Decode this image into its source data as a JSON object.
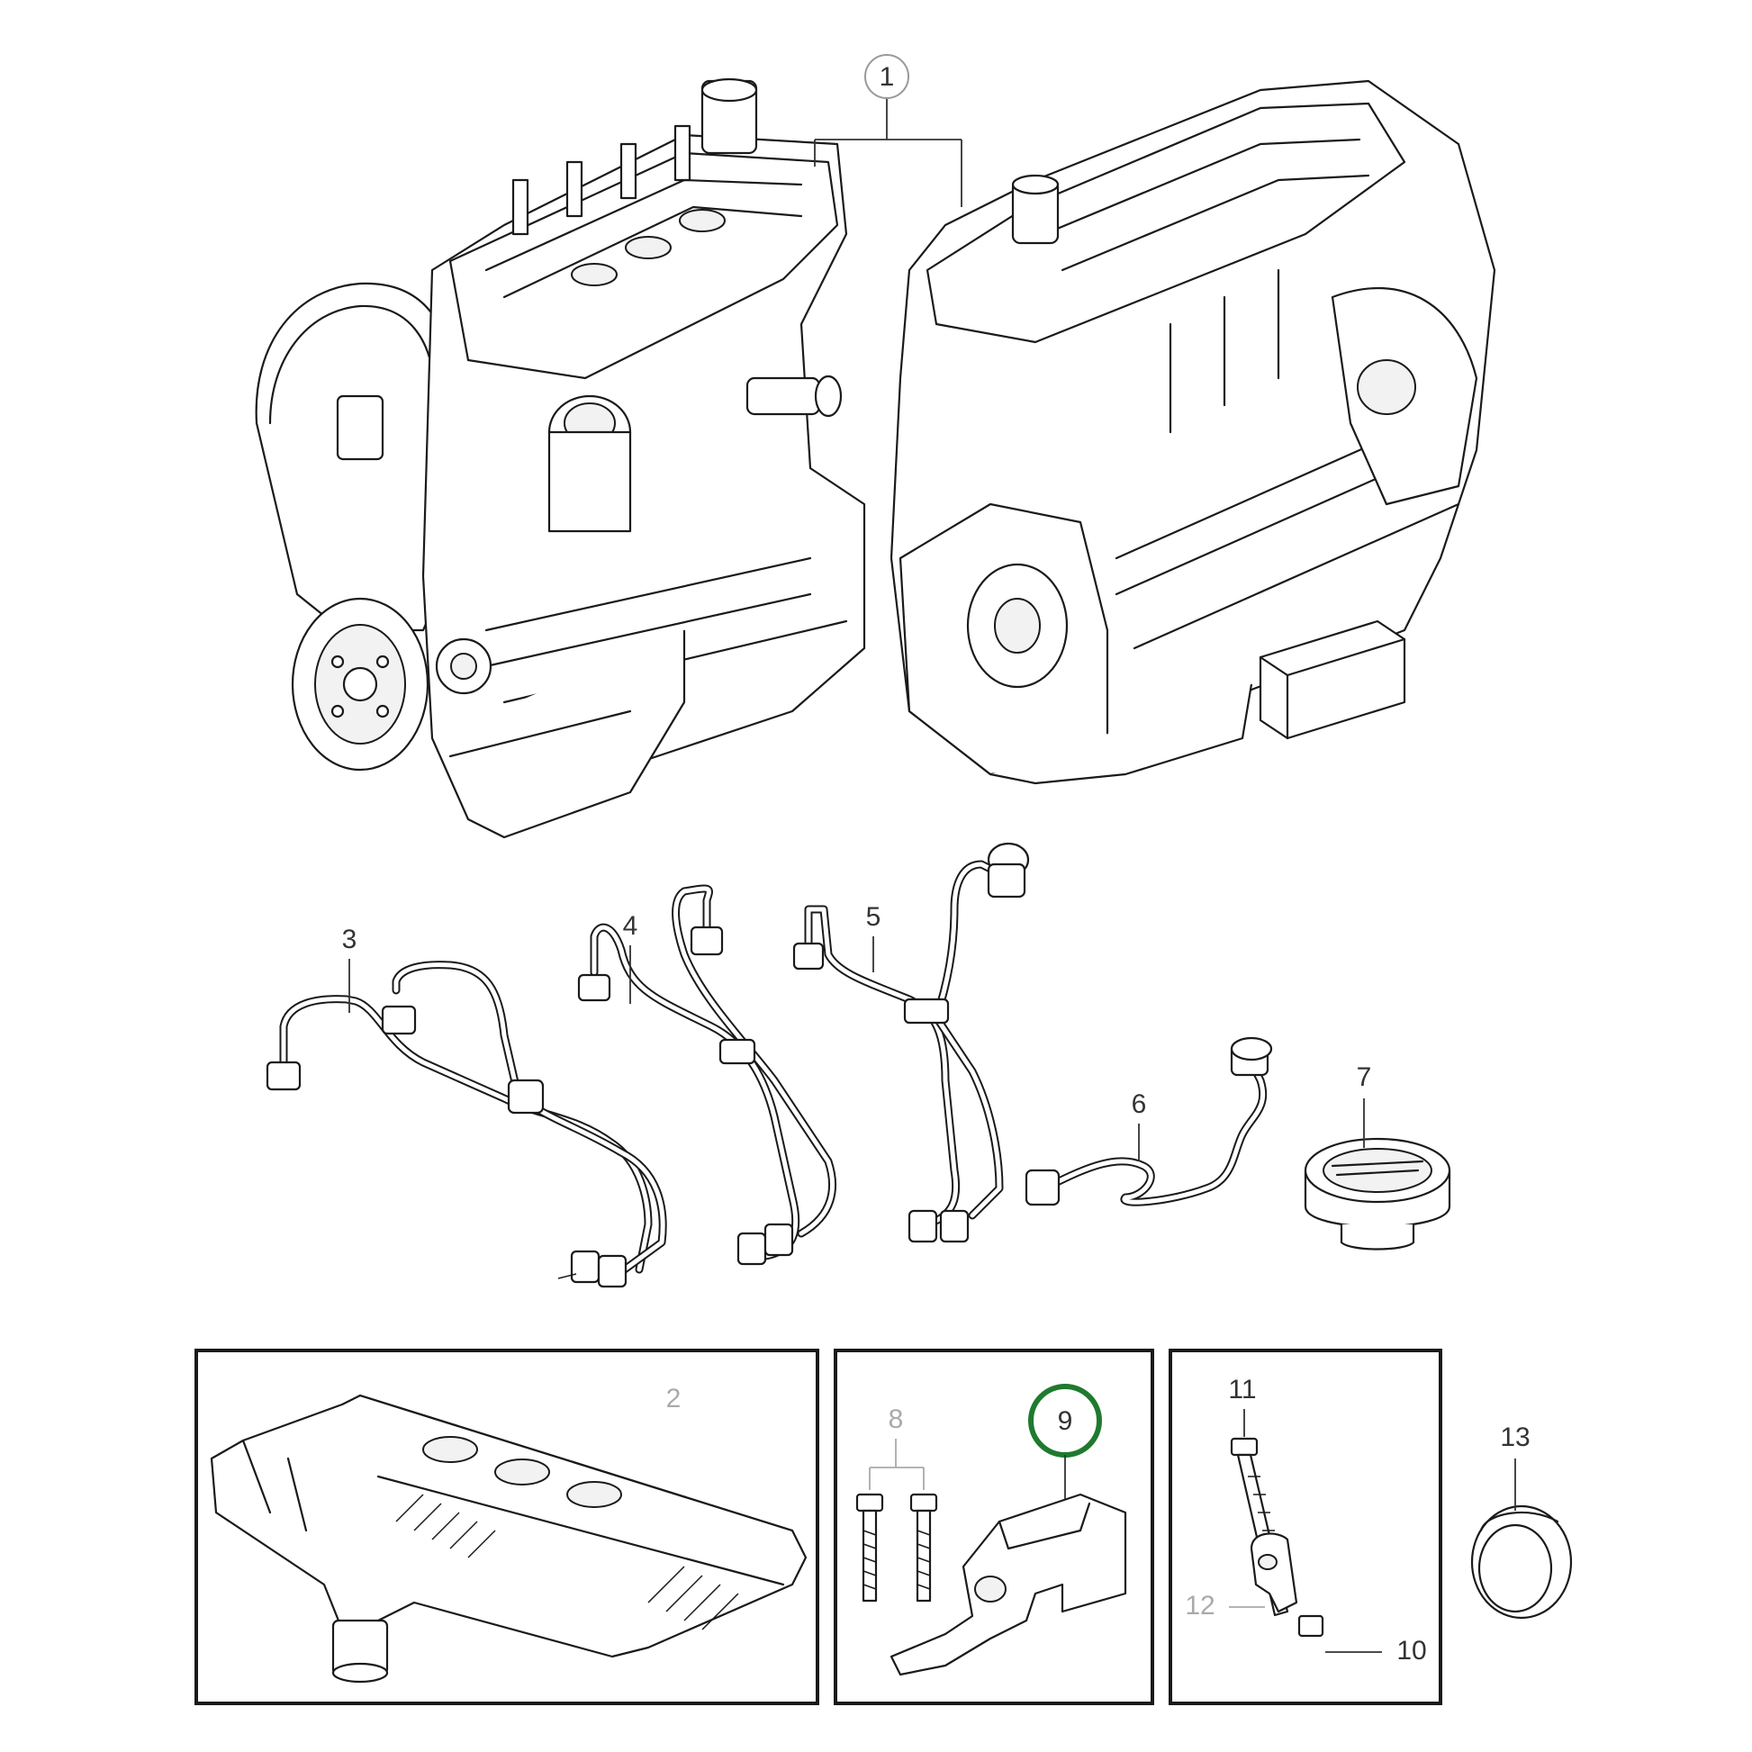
{
  "callouts": {
    "c1": "1",
    "c2": "2",
    "c3": "3",
    "c4": "4",
    "c5": "5",
    "c6": "6",
    "c7": "7",
    "c8": "8",
    "c9": "9",
    "c10": "10",
    "c11": "11",
    "c12": "12",
    "c13": "13"
  },
  "selected_callout": "9",
  "colors": {
    "selected_ring": "#1f7a2e",
    "inactive_label": "#aaaaaa",
    "line": "#1a1a1a"
  }
}
